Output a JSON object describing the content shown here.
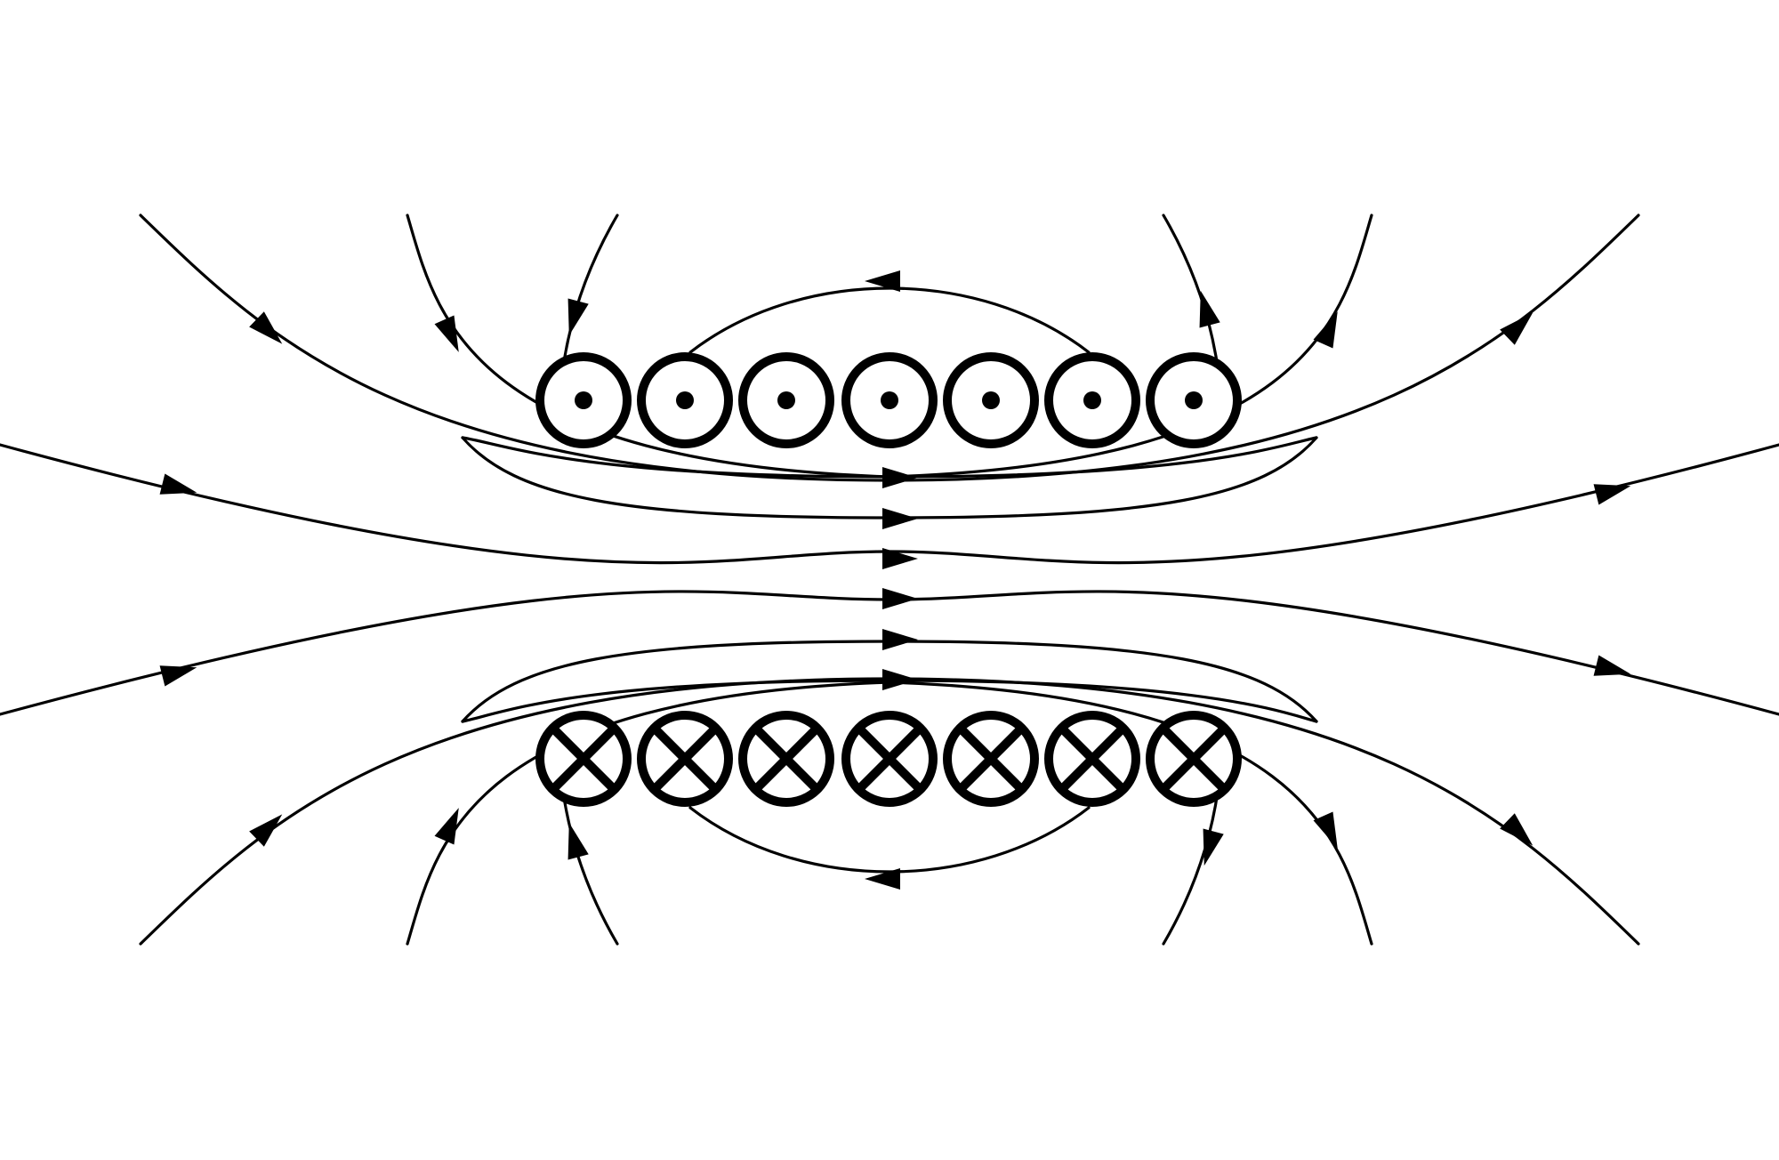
{
  "diagram": {
    "subject": "solenoid-magnetic-field-lines",
    "colors": {
      "ink": "#000000",
      "paper": "#ffffff"
    },
    "top_row": {
      "conductor_count": 7,
      "symbol": "dot-icon",
      "meaning": "current-out-of-page"
    },
    "bottom_row": {
      "conductor_count": 7,
      "symbol": "cross-icon",
      "meaning": "current-into-page"
    },
    "field_line_count": 20
  }
}
